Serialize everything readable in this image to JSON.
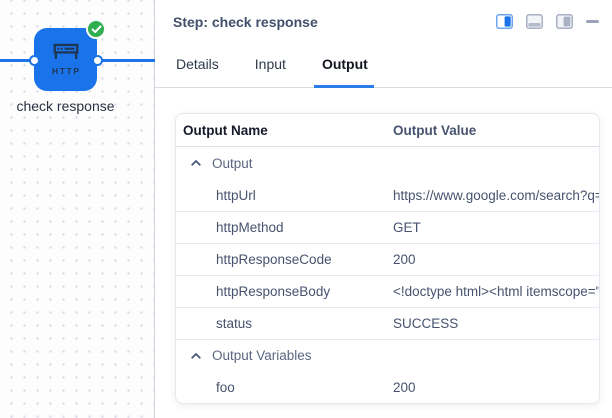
{
  "canvas": {
    "node": {
      "label": "check response",
      "type_label": "HTTP",
      "status": "success",
      "color": "#1a73e8",
      "status_color": "#2eae4f"
    }
  },
  "panel": {
    "title": "Step: check response",
    "controls": {
      "dock_right": "dock-panel-right",
      "dock_bottom": "dock-panel-bottom",
      "float": "float-panel",
      "minimize": "minimize-panel"
    },
    "tabs": [
      {
        "label": "Details",
        "active": false
      },
      {
        "label": "Input",
        "active": false
      },
      {
        "label": "Output",
        "active": true
      }
    ],
    "table": {
      "columns": {
        "name": "Output Name",
        "value": "Output Value"
      },
      "rows": [
        {
          "type": "group",
          "name": "Output",
          "value": ""
        },
        {
          "type": "data",
          "name": "httpUrl",
          "value": "https://www.google.com/search?q="
        },
        {
          "type": "data",
          "name": "httpMethod",
          "value": "GET"
        },
        {
          "type": "data",
          "name": "httpResponseCode",
          "value": "200"
        },
        {
          "type": "data",
          "name": "httpResponseBody",
          "value": "<!doctype html><html itemscope=\""
        },
        {
          "type": "data",
          "name": "status",
          "value": "SUCCESS"
        },
        {
          "type": "group",
          "name": "Output Variables",
          "value": ""
        },
        {
          "type": "data",
          "name": "foo",
          "value": "200"
        }
      ]
    }
  },
  "colors": {
    "accent_blue": "#1a73e8",
    "tab_underline": "#2b7ce9",
    "success_green": "#2eae4f"
  }
}
